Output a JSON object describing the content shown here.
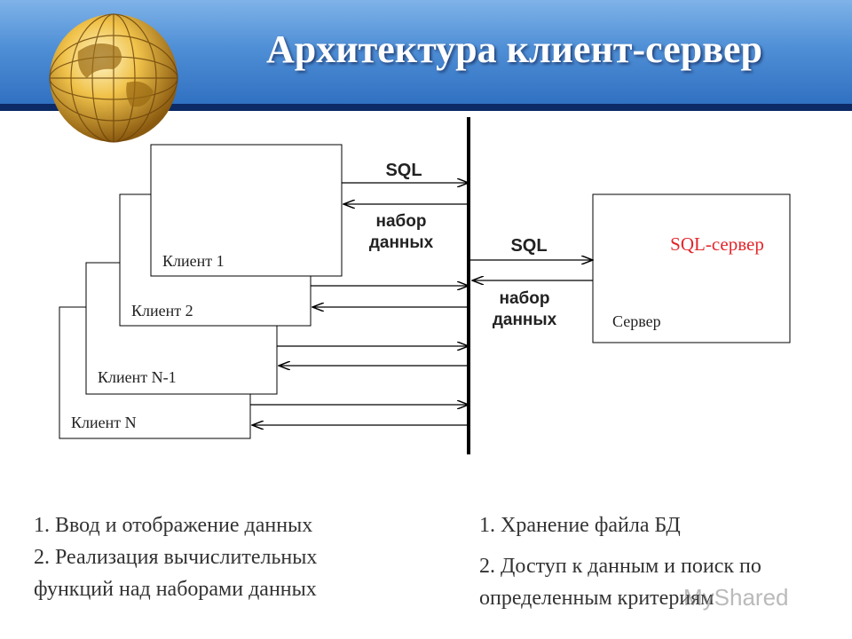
{
  "slide": {
    "title": "Архитектура клиент-сервер"
  },
  "diagram": {
    "clients": [
      {
        "label": "Клиент 1"
      },
      {
        "label": "Клиент 2"
      },
      {
        "label": "Клиент N-1"
      },
      {
        "label": "Клиент N"
      }
    ],
    "client_link": {
      "request_label": "SQL",
      "response_label_line1": "набор",
      "response_label_line2": "данных"
    },
    "server_link": {
      "request_label": "SQL",
      "response_label_line1": "набор",
      "response_label_line2": "данных"
    },
    "server": {
      "title": "SQL-сервер",
      "caption": "Сервер",
      "title_color": "#e3262b"
    }
  },
  "client_functions": [
    "1. Ввод и отображение данных",
    "2. Реализация вычислительных",
    "функций над наборами данных"
  ],
  "server_functions": [
    "1. Хранение файла БД",
    "2. Доступ к данным и поиск по",
    "определенным критериям"
  ],
  "watermark": "MyShared",
  "colors": {
    "header_top": "#7fb3e8",
    "header_bottom": "#2f6fc0",
    "header_bar": "#0c2a66",
    "text": "#333333"
  }
}
